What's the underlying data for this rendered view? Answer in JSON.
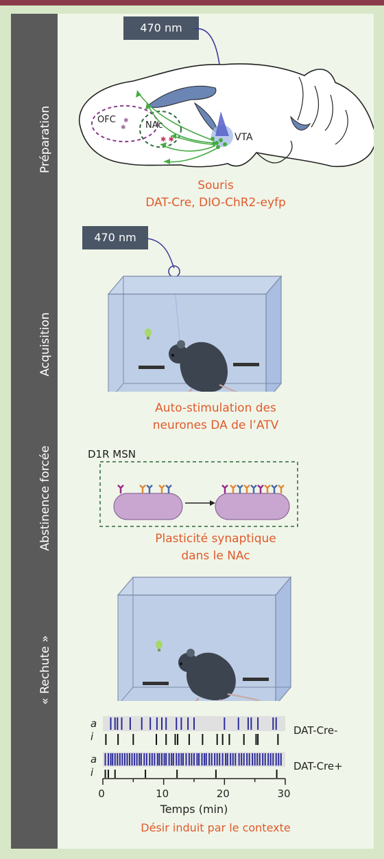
{
  "sections": [
    {
      "label": "Préparation"
    },
    {
      "label": "Acquisition"
    },
    {
      "label": "Abstinence forcée"
    },
    {
      "label": "« Rechute »"
    }
  ],
  "preparation": {
    "laser_label": "470 nm",
    "regions": {
      "ofc": "OFC",
      "nac": "NAc",
      "vta": "VTA"
    },
    "caption_line1": "Souris",
    "caption_line2": "DAT-Cre, DIO-ChR2-eyfp"
  },
  "acquisition": {
    "laser_label": "470 nm",
    "caption_line1": "Auto-stimulation des",
    "caption_line2": "neurones DA de l’ATV"
  },
  "abstinence": {
    "cell_label": "D1R MSN",
    "caption_line1": "Plasticité synaptique",
    "caption_line2": "dans le NAc"
  },
  "relapse": {
    "caption": "Désir induit par le contexte",
    "raster": {
      "row_labels": [
        "a",
        "i",
        "a",
        "i"
      ],
      "group_labels": [
        "DAT-Cre-",
        "DAT-Cre+"
      ],
      "xlabel": "Temps (min)",
      "xticks": [
        "0",
        "10",
        "20",
        "30"
      ],
      "xlim": [
        0,
        30
      ],
      "dat_cre_minus_active": [
        1.3,
        2.0,
        2.4,
        3.1,
        4.5,
        6.4,
        7.8,
        8.9,
        9.7,
        10.4,
        12.1,
        12.9,
        14.0,
        15.0,
        20.0,
        22.3,
        23.9,
        24.4,
        25.5,
        28.0,
        28.5
      ],
      "dat_cre_minus_inactive": [
        0.5,
        2.5,
        5.0,
        8.8,
        10.4,
        11.9,
        12.3,
        14.2,
        16.4,
        18.8,
        19.7,
        20.8,
        23.2,
        25.2,
        25.5,
        28.8
      ],
      "dat_cre_plus_active": [
        0.4,
        0.9,
        1.3,
        1.6,
        2.0,
        2.4,
        2.8,
        3.2,
        3.6,
        4.0,
        4.4,
        4.8,
        5.2,
        5.6,
        6.0,
        6.3,
        6.8,
        7.2,
        7.7,
        8.1,
        8.5,
        9.0,
        9.3,
        9.7,
        10.1,
        10.4,
        10.9,
        11.3,
        11.6,
        12.1,
        12.5,
        12.9,
        13.2,
        13.7,
        14.2,
        14.6,
        15.0,
        15.5,
        15.8,
        16.3,
        16.7,
        17.0,
        17.5,
        17.9,
        18.4,
        18.8,
        19.2,
        19.7,
        20.2,
        20.5,
        21.0,
        21.4,
        21.8,
        22.4,
        22.8,
        23.2,
        23.7,
        24.1,
        24.6,
        25.0,
        25.4,
        25.8,
        26.3,
        26.7,
        27.2,
        27.6,
        28.0,
        28.5,
        28.9,
        29.3
      ],
      "dat_cre_plus_inactive": [
        0.4,
        0.9,
        2.0,
        7.0,
        12.2,
        18.6,
        28.6
      ]
    }
  },
  "colors": {
    "sidebar": "#5a5a5a",
    "panel": "#f0f5e9",
    "frame": "#d9e7c9",
    "topbar": "#8a3a4a",
    "caption": "#e05a2b",
    "laser_box": "#4a5565",
    "fiber": "#3a3aa0",
    "projection": "#44aa44",
    "ofc_outline": "#8a3a8a",
    "nac_outline": "#2a6a3a",
    "active_tick": "#2a2a9a",
    "inactive_tick": "#111111",
    "raster_bg": "#e0e0e0"
  }
}
